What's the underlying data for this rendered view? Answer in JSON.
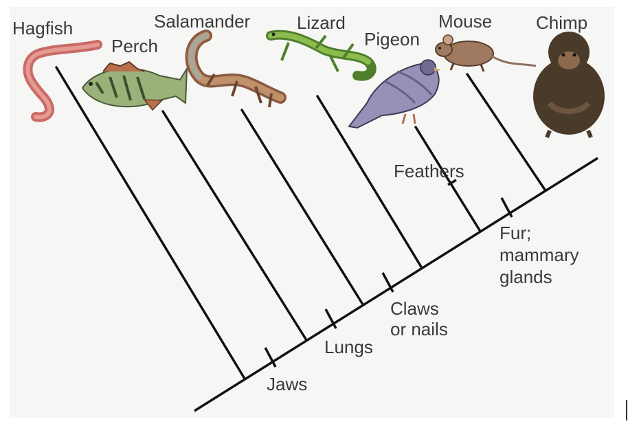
{
  "taxa": [
    {
      "name": "Hagfish"
    },
    {
      "name": "Perch"
    },
    {
      "name": "Salamander"
    },
    {
      "name": "Lizard"
    },
    {
      "name": "Pigeon"
    },
    {
      "name": "Mouse"
    },
    {
      "name": "Chimp"
    }
  ],
  "traits": [
    {
      "lines": [
        "Jaws"
      ]
    },
    {
      "lines": [
        "Lungs"
      ]
    },
    {
      "lines": [
        "Claws",
        "or nails"
      ]
    },
    {
      "lines": [
        "Feathers"
      ]
    },
    {
      "lines": [
        "Fur;",
        "mammary",
        "glands"
      ]
    }
  ],
  "colors": {
    "line": "#111111",
    "text": "#3a3a3a",
    "background": "#f6f6f4"
  }
}
